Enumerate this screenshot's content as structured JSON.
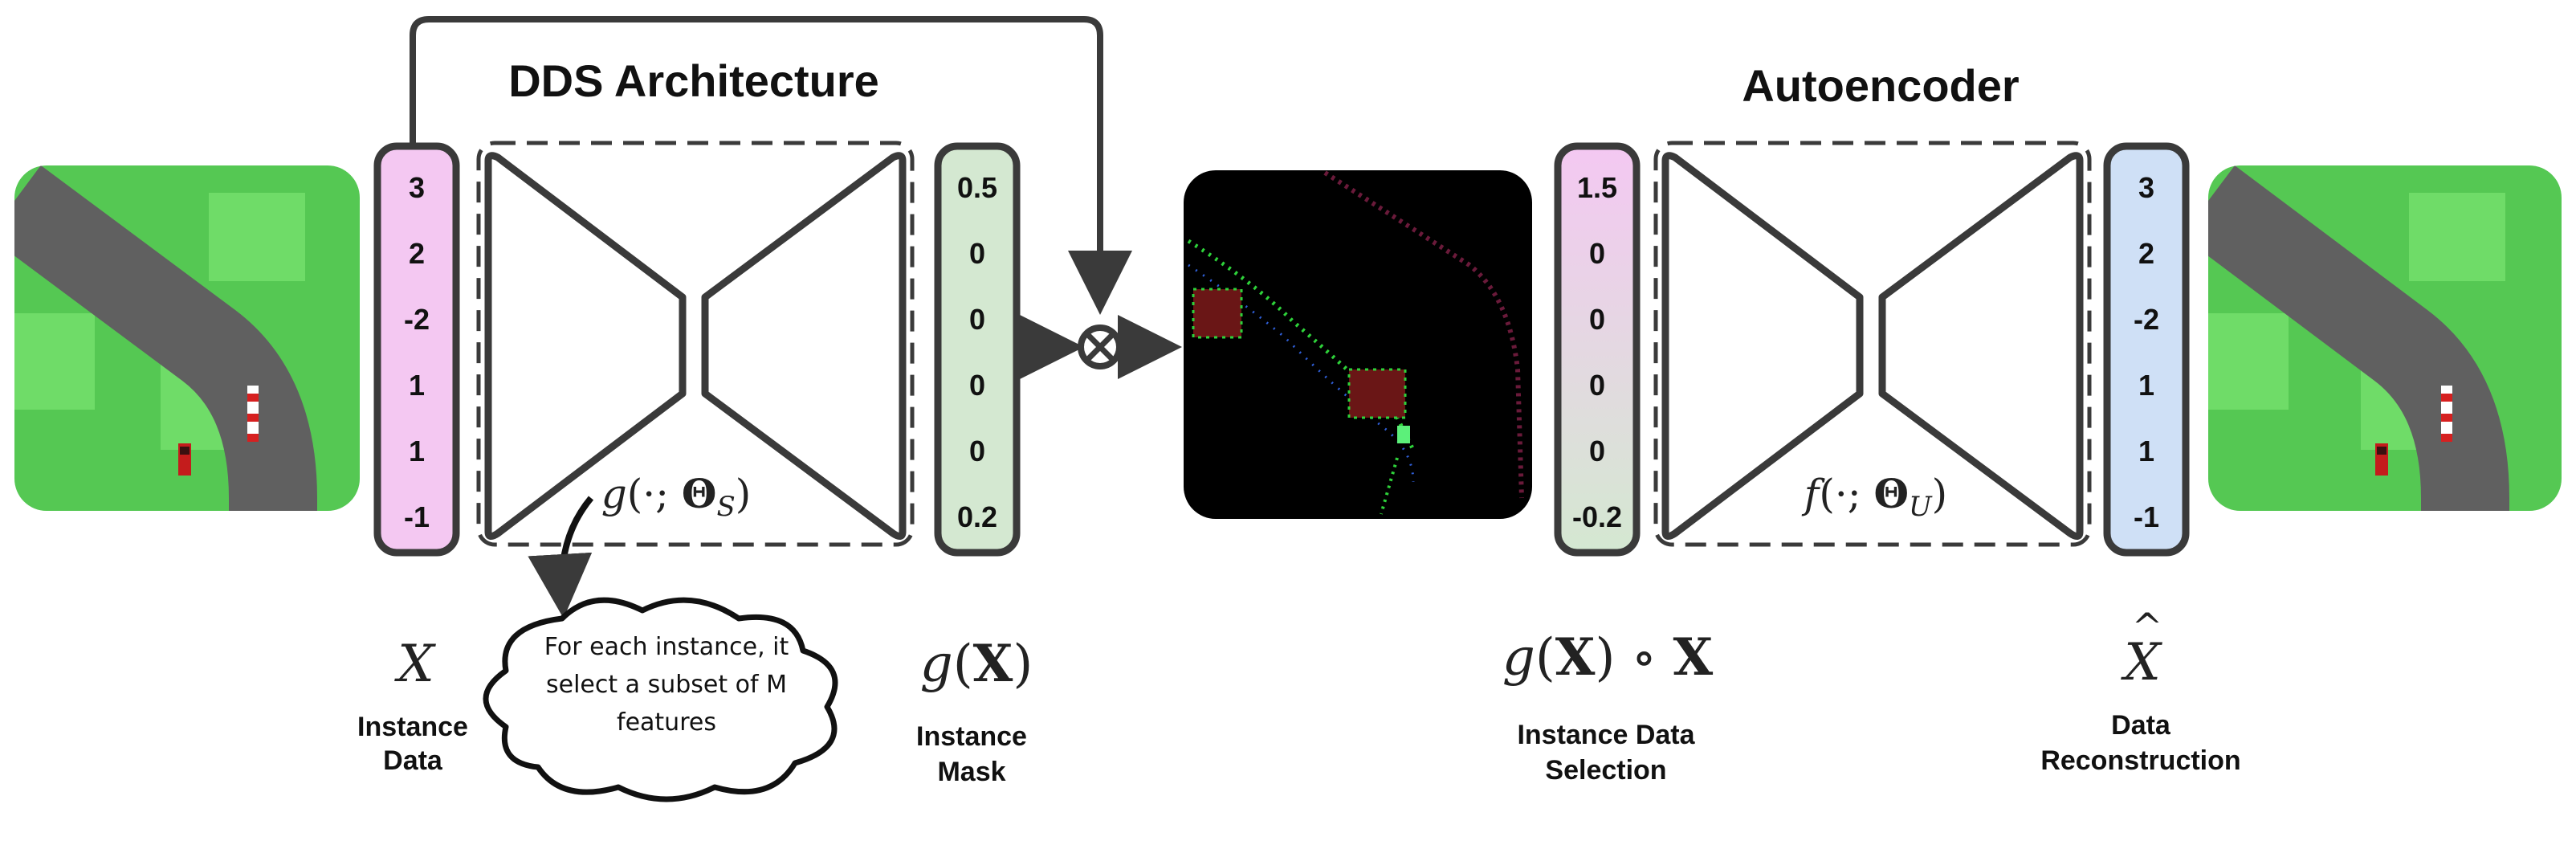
{
  "titles": {
    "left": "DDS Architecture",
    "right": "Autoencoder"
  },
  "vectors": {
    "input": {
      "values": [
        "3",
        "2",
        "-2",
        "1",
        "1",
        "-1"
      ],
      "color": "#f4c8f2"
    },
    "mask": {
      "values": [
        "0.5",
        "0",
        "0",
        "0",
        "0",
        "0.2"
      ],
      "color": "#d4e8d1"
    },
    "selected": {
      "values": [
        "1.5",
        "0",
        "0",
        "0",
        "0",
        "-0.2"
      ],
      "color_top": "#f4c8f2",
      "color_bottom": "#d4e8d1"
    },
    "output": {
      "values": [
        "3",
        "2",
        "-2",
        "1",
        "1",
        "-1"
      ],
      "color": "#cfe0f6"
    }
  },
  "functions": {
    "selector": "g(·; Θ_S)",
    "autoencoder": "f(·; Θ_U)"
  },
  "math": {
    "x": "X",
    "gx": "g(X)",
    "gx_times_x": "g(X) ∘ X",
    "xhat": "X̂"
  },
  "labels": {
    "instance_data": [
      "Instance",
      "Data"
    ],
    "instance_mask": [
      "Instance",
      "Mask"
    ],
    "instance_selection": [
      "Instance Data",
      "Selection"
    ],
    "data_reconstruction": [
      "Data",
      "Reconstruction"
    ]
  },
  "bubble": {
    "lines": [
      "For each instance, it",
      "select a subset of M",
      "features"
    ]
  },
  "operator": "⊗",
  "colors": {
    "grass": "#55c853",
    "grass_light": "#6fdc68",
    "road": "#5f5f5f",
    "outline": "#3a3a3a"
  }
}
